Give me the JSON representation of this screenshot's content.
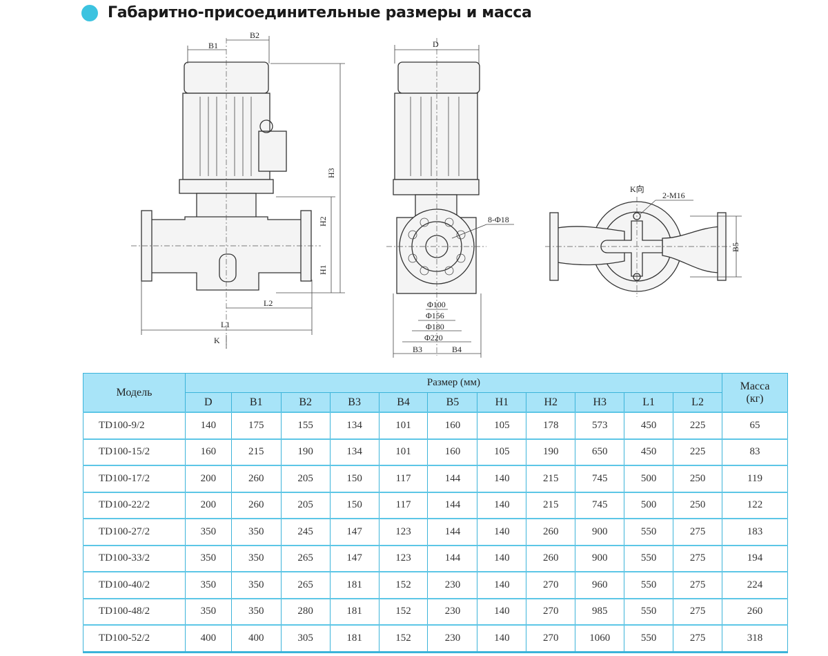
{
  "title": "Габаритно-присоединительные размеры и масса",
  "drawing": {
    "front": {
      "B1": "B1",
      "B2": "B2",
      "H1": "H1",
      "H2": "H2",
      "H3": "H3",
      "L1": "L1",
      "L2": "L2",
      "K": "K"
    },
    "side": {
      "D": "D",
      "holes": "8-Φ18",
      "d100": "Φ100",
      "d156": "Φ156",
      "d180": "Φ180",
      "d220": "Φ220",
      "B3": "B3",
      "B4": "B4"
    },
    "top": {
      "view": "K向",
      "bolts": "2-M16",
      "B5": "B5"
    }
  },
  "table": {
    "model_header": "Модель",
    "size_header": "Размер (мм)",
    "mass_header": "Масса (кг)",
    "mass_header_l1": "Масса",
    "mass_header_l2": "(кг)",
    "columns": [
      "D",
      "B1",
      "B2",
      "B3",
      "B4",
      "B5",
      "H1",
      "H2",
      "H3",
      "L1",
      "L2"
    ],
    "rows": [
      {
        "model": "TD100-9/2",
        "vals": [
          "140",
          "175",
          "155",
          "134",
          "101",
          "160",
          "105",
          "178",
          "573",
          "450",
          "225"
        ],
        "mass": "65"
      },
      {
        "model": "TD100-15/2",
        "vals": [
          "160",
          "215",
          "190",
          "134",
          "101",
          "160",
          "105",
          "190",
          "650",
          "450",
          "225"
        ],
        "mass": "83"
      },
      {
        "model": "TD100-17/2",
        "vals": [
          "200",
          "260",
          "205",
          "150",
          "117",
          "144",
          "140",
          "215",
          "745",
          "500",
          "250"
        ],
        "mass": "119"
      },
      {
        "model": "TD100-22/2",
        "vals": [
          "200",
          "260",
          "205",
          "150",
          "117",
          "144",
          "140",
          "215",
          "745",
          "500",
          "250"
        ],
        "mass": "122"
      },
      {
        "model": "TD100-27/2",
        "vals": [
          "350",
          "350",
          "245",
          "147",
          "123",
          "144",
          "140",
          "260",
          "900",
          "550",
          "275"
        ],
        "mass": "183"
      },
      {
        "model": "TD100-33/2",
        "vals": [
          "350",
          "350",
          "265",
          "147",
          "123",
          "144",
          "140",
          "260",
          "900",
          "550",
          "275"
        ],
        "mass": "194"
      },
      {
        "model": "TD100-40/2",
        "vals": [
          "350",
          "350",
          "265",
          "181",
          "152",
          "230",
          "140",
          "270",
          "960",
          "550",
          "275"
        ],
        "mass": "224"
      },
      {
        "model": "TD100-48/2",
        "vals": [
          "350",
          "350",
          "280",
          "181",
          "152",
          "230",
          "140",
          "270",
          "985",
          "550",
          "275"
        ],
        "mass": "260"
      },
      {
        "model": "TD100-52/2",
        "vals": [
          "400",
          "400",
          "305",
          "181",
          "152",
          "230",
          "140",
          "270",
          "1060",
          "550",
          "275"
        ],
        "mass": "318"
      }
    ]
  },
  "colors": {
    "accent": "#3cc3e0",
    "header_bg": "#a8e4f8",
    "grid": "#3bb3d9"
  }
}
